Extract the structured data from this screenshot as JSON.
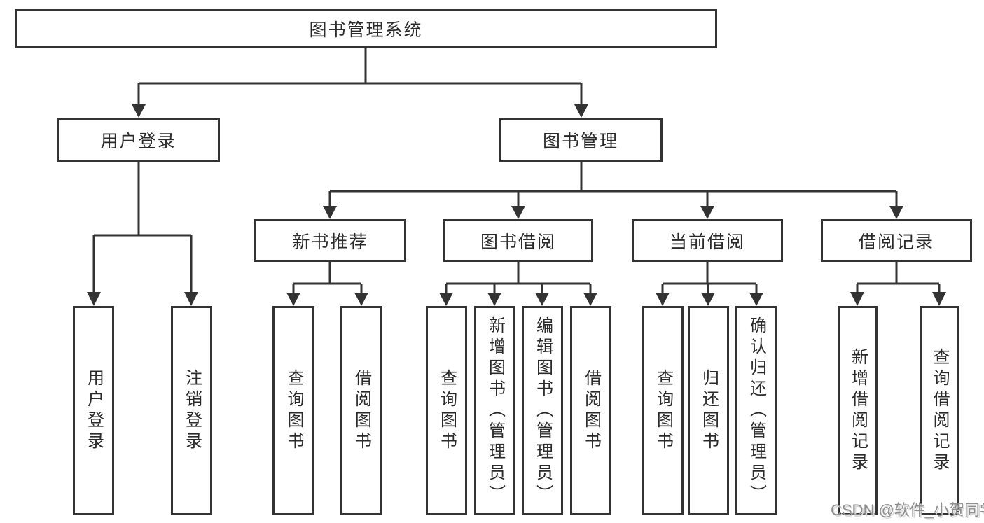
{
  "diagram": {
    "title": "图书管理系统",
    "root": {
      "label": "图书管理系统"
    },
    "level2": [
      {
        "label": "用户登录"
      },
      {
        "label": "图书管理"
      }
    ],
    "level3": [
      {
        "label": "新书推荐",
        "parent": "图书管理"
      },
      {
        "label": "图书借阅",
        "parent": "图书管理"
      },
      {
        "label": "当前借阅",
        "parent": "图书管理"
      },
      {
        "label": "借阅记录",
        "parent": "图书管理"
      }
    ],
    "leaves": [
      {
        "label": "用户登录",
        "parent": "用户登录"
      },
      {
        "label": "注销登录",
        "parent": "用户登录"
      },
      {
        "label": "查询图书",
        "parent": "新书推荐"
      },
      {
        "label": "借阅图书",
        "parent": "新书推荐"
      },
      {
        "label": "查询图书",
        "parent": "图书借阅"
      },
      {
        "label": "新增图书（管理员）",
        "parent": "图书借阅"
      },
      {
        "label": "编辑图书（管理员）",
        "parent": "图书借阅"
      },
      {
        "label": "借阅图书",
        "parent": "图书借阅"
      },
      {
        "label": "查询图书",
        "parent": "当前借阅"
      },
      {
        "label": "归还图书",
        "parent": "当前借阅"
      },
      {
        "label": "确认归还（管理员）",
        "parent": "当前借阅"
      },
      {
        "label": "新增借阅记录",
        "parent": "借阅记录"
      },
      {
        "label": "查询借阅记录",
        "parent": "借阅记录"
      }
    ]
  },
  "watermark": {
    "text": "CSDN @软件_小贺同学"
  },
  "colors": {
    "line": "#333333",
    "border": "#333333",
    "text": "#2b2b2b",
    "watermark": "#8f8f8f",
    "background": "#ffffff"
  }
}
